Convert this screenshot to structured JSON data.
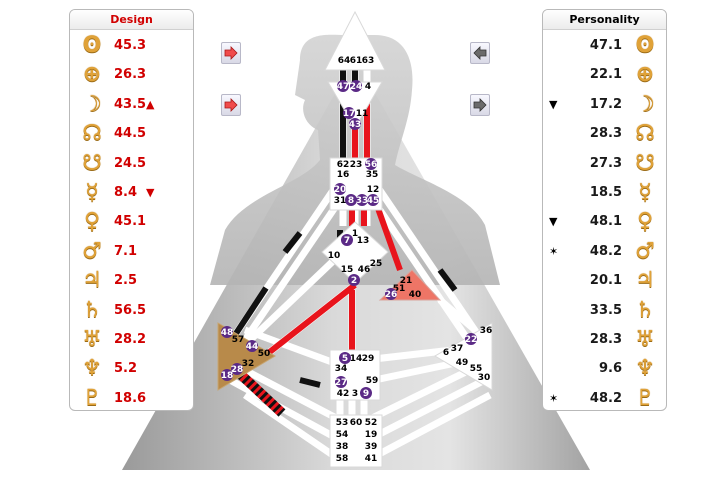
{
  "design": {
    "title": "Design",
    "rows": [
      {
        "planet": "sun-icon",
        "symbol": "ʘ",
        "value": "45.3",
        "marker": ""
      },
      {
        "planet": "earth-icon",
        "symbol": "⊕",
        "value": "26.3",
        "marker": ""
      },
      {
        "planet": "moon-icon",
        "symbol": "☽",
        "value": "43.5",
        "marker": "▲"
      },
      {
        "planet": "north-node-icon",
        "symbol": "☊",
        "value": "44.5",
        "marker": ""
      },
      {
        "planet": "south-node-icon",
        "symbol": "☋",
        "value": "24.5",
        "marker": ""
      },
      {
        "planet": "mercury-icon",
        "symbol": "☿",
        "value": "8.4",
        "marker": "▼"
      },
      {
        "planet": "venus-icon",
        "symbol": "♀",
        "value": "45.1",
        "marker": ""
      },
      {
        "planet": "mars-icon",
        "symbol": "♂",
        "value": "7.1",
        "marker": ""
      },
      {
        "planet": "jupiter-icon",
        "symbol": "♃",
        "value": "2.5",
        "marker": ""
      },
      {
        "planet": "saturn-icon",
        "symbol": "♄",
        "value": "56.5",
        "marker": ""
      },
      {
        "planet": "uranus-icon",
        "symbol": "♅",
        "value": "28.2",
        "marker": ""
      },
      {
        "planet": "neptune-icon",
        "symbol": "♆",
        "value": "5.2",
        "marker": ""
      },
      {
        "planet": "pluto-icon",
        "symbol": "♇",
        "value": "18.6",
        "marker": ""
      }
    ]
  },
  "personality": {
    "title": "Personality",
    "rows": [
      {
        "planet": "sun-icon",
        "symbol": "ʘ",
        "value": "47.1",
        "marker": ""
      },
      {
        "planet": "earth-icon",
        "symbol": "⊕",
        "value": "22.1",
        "marker": ""
      },
      {
        "planet": "moon-icon",
        "symbol": "☽",
        "value": "17.2",
        "marker": "▼"
      },
      {
        "planet": "north-node-icon",
        "symbol": "☊",
        "value": "28.3",
        "marker": ""
      },
      {
        "planet": "south-node-icon",
        "symbol": "☋",
        "value": "27.3",
        "marker": ""
      },
      {
        "planet": "mercury-icon",
        "symbol": "☿",
        "value": "18.5",
        "marker": ""
      },
      {
        "planet": "venus-icon",
        "symbol": "♀",
        "value": "48.1",
        "marker": "▼"
      },
      {
        "planet": "mars-icon",
        "symbol": "♂",
        "value": "48.2",
        "marker": "✶"
      },
      {
        "planet": "jupiter-icon",
        "symbol": "♃",
        "value": "20.1",
        "marker": ""
      },
      {
        "planet": "saturn-icon",
        "symbol": "♄",
        "value": "33.5",
        "marker": ""
      },
      {
        "planet": "uranus-icon",
        "symbol": "♅",
        "value": "28.3",
        "marker": ""
      },
      {
        "planet": "neptune-icon",
        "symbol": "♆",
        "value": "9.6",
        "marker": ""
      },
      {
        "planet": "pluto-icon",
        "symbol": "♇",
        "value": "48.2",
        "marker": "✶"
      }
    ]
  },
  "controls": {
    "design_arrow_1": "arrow-right-icon",
    "design_arrow_2": "arrow-right-icon",
    "personality_arrow_1": "arrow-left-icon",
    "personality_arrow_2": "arrow-right-icon"
  },
  "bodygraph": {
    "colors": {
      "design": "#e8141c",
      "personality": "#111111",
      "channel_open": "#ffffff",
      "spleen": "#b88a4a",
      "ego": "#ee7566",
      "gate_bubble": "#5b2a86"
    },
    "gates": [
      {
        "id": "64",
        "bubble": false
      },
      {
        "id": "61",
        "bubble": false
      },
      {
        "id": "63",
        "bubble": false
      },
      {
        "id": "47",
        "bubble": true
      },
      {
        "id": "24",
        "bubble": true
      },
      {
        "id": "4",
        "bubble": false
      },
      {
        "id": "17",
        "bubble": true
      },
      {
        "id": "43",
        "bubble": true
      },
      {
        "id": "11",
        "bubble": false
      },
      {
        "id": "62",
        "bubble": false
      },
      {
        "id": "23",
        "bubble": false
      },
      {
        "id": "56",
        "bubble": true
      },
      {
        "id": "16",
        "bubble": false
      },
      {
        "id": "35",
        "bubble": false
      },
      {
        "id": "20",
        "bubble": true
      },
      {
        "id": "12",
        "bubble": false
      },
      {
        "id": "31",
        "bubble": false
      },
      {
        "id": "8",
        "bubble": true
      },
      {
        "id": "33",
        "bubble": true
      },
      {
        "id": "45",
        "bubble": true
      },
      {
        "id": "1",
        "bubble": false
      },
      {
        "id": "7",
        "bubble": true
      },
      {
        "id": "13",
        "bubble": false
      },
      {
        "id": "10",
        "bubble": false
      },
      {
        "id": "25",
        "bubble": false
      },
      {
        "id": "15",
        "bubble": false
      },
      {
        "id": "46",
        "bubble": false
      },
      {
        "id": "2",
        "bubble": true
      },
      {
        "id": "21",
        "bubble": false
      },
      {
        "id": "51",
        "bubble": false
      },
      {
        "id": "26",
        "bubble": true
      },
      {
        "id": "40",
        "bubble": false
      },
      {
        "id": "48",
        "bubble": true
      },
      {
        "id": "57",
        "bubble": false
      },
      {
        "id": "44",
        "bubble": true
      },
      {
        "id": "50",
        "bubble": false
      },
      {
        "id": "32",
        "bubble": false
      },
      {
        "id": "28",
        "bubble": true
      },
      {
        "id": "18",
        "bubble": true
      },
      {
        "id": "36",
        "bubble": false
      },
      {
        "id": "22",
        "bubble": true
      },
      {
        "id": "37",
        "bubble": false
      },
      {
        "id": "6",
        "bubble": false
      },
      {
        "id": "49",
        "bubble": false
      },
      {
        "id": "55",
        "bubble": false
      },
      {
        "id": "30",
        "bubble": false
      },
      {
        "id": "5",
        "bubble": true
      },
      {
        "id": "14",
        "bubble": false
      },
      {
        "id": "29",
        "bubble": false
      },
      {
        "id": "34",
        "bubble": false
      },
      {
        "id": "27",
        "bubble": true
      },
      {
        "id": "59",
        "bubble": false
      },
      {
        "id": "42",
        "bubble": false
      },
      {
        "id": "3",
        "bubble": false
      },
      {
        "id": "9",
        "bubble": true
      },
      {
        "id": "53",
        "bubble": false
      },
      {
        "id": "60",
        "bubble": false
      },
      {
        "id": "52",
        "bubble": false
      },
      {
        "id": "54",
        "bubble": false
      },
      {
        "id": "19",
        "bubble": false
      },
      {
        "id": "38",
        "bubble": false
      },
      {
        "id": "39",
        "bubble": false
      },
      {
        "id": "58",
        "bubble": false
      },
      {
        "id": "41",
        "bubble": false
      }
    ]
  }
}
